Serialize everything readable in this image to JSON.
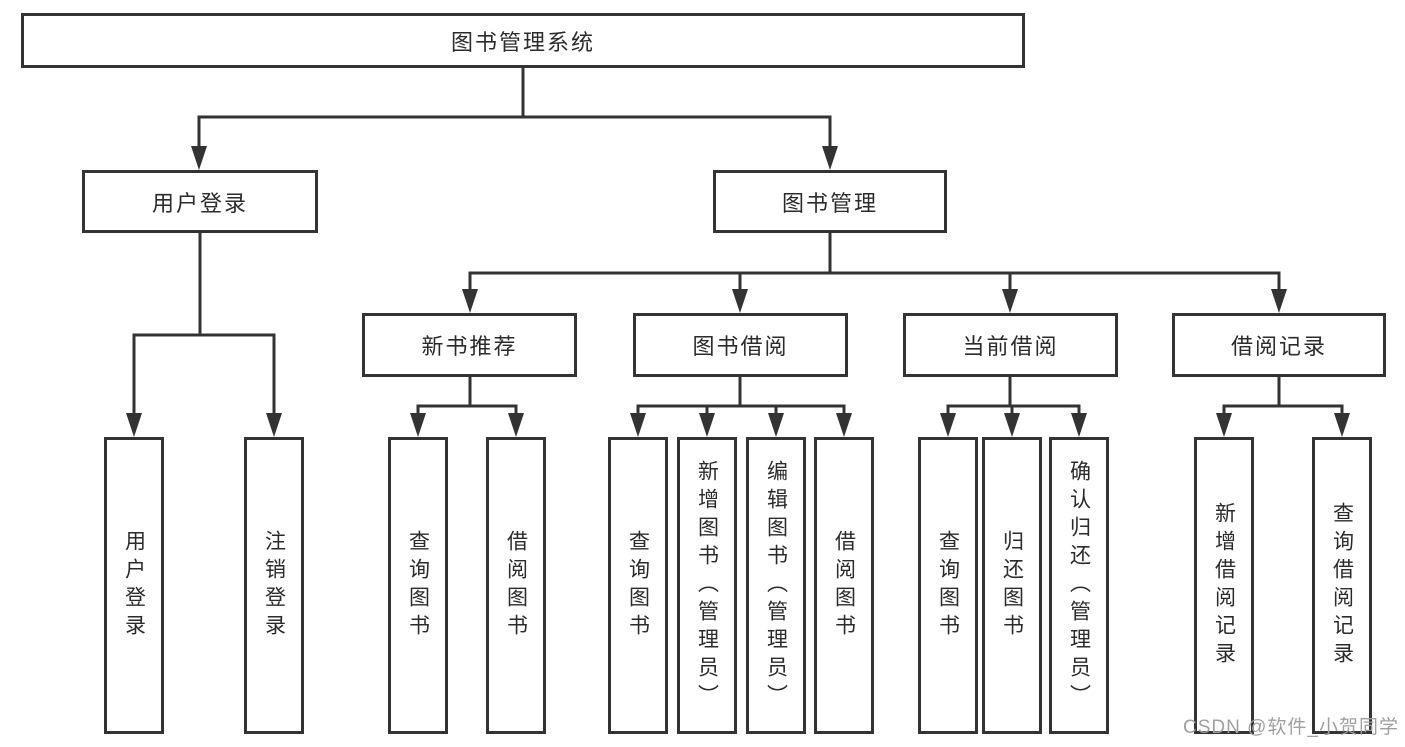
{
  "title": {
    "label": "图书管理系统"
  },
  "level2": [
    {
      "id": "user-login",
      "label": "用户登录"
    },
    {
      "id": "book-management",
      "label": "图书管理"
    }
  ],
  "level3": [
    {
      "id": "new-book-recommend",
      "label": "新书推荐"
    },
    {
      "id": "book-borrowing",
      "label": "图书借阅"
    },
    {
      "id": "current-borrowing",
      "label": "当前借阅"
    },
    {
      "id": "borrowing-records",
      "label": "借阅记录"
    }
  ],
  "leaves": [
    {
      "id": "user-login-action",
      "parent": "用户登录",
      "label": "用户登录"
    },
    {
      "id": "logout-action",
      "parent": "用户登录",
      "label": "注销登录"
    },
    {
      "id": "query-books-recommend",
      "parent": "新书推荐",
      "label": "查询图书"
    },
    {
      "id": "borrow-books-recommend",
      "parent": "新书推荐",
      "label": "借阅图书"
    },
    {
      "id": "query-books-borrowing",
      "parent": "图书借阅",
      "label": "查询图书"
    },
    {
      "id": "add-books-admin",
      "parent": "图书借阅",
      "label": "新增图书（管理员）"
    },
    {
      "id": "edit-books-admin",
      "parent": "图书借阅",
      "label": "编辑图书（管理员）"
    },
    {
      "id": "borrow-books-borrowing",
      "parent": "图书借阅",
      "label": "借阅图书"
    },
    {
      "id": "query-books-current",
      "parent": "当前借阅",
      "label": "查询图书"
    },
    {
      "id": "return-books",
      "parent": "当前借阅",
      "label": "归还图书"
    },
    {
      "id": "confirm-return-admin",
      "parent": "当前借阅",
      "label": "确认归还（管理员）"
    },
    {
      "id": "add-borrow-record",
      "parent": "借阅记录",
      "label": "新增借阅记录"
    },
    {
      "id": "query-borrow-record",
      "parent": "借阅记录",
      "label": "查询借阅记录"
    }
  ],
  "watermark": {
    "label": "CSDN @软件_小贺同学"
  },
  "colors": {
    "line": "#333333",
    "text": "#2b2b2b",
    "watermark": "#a0a0a0",
    "background": "#ffffff"
  }
}
